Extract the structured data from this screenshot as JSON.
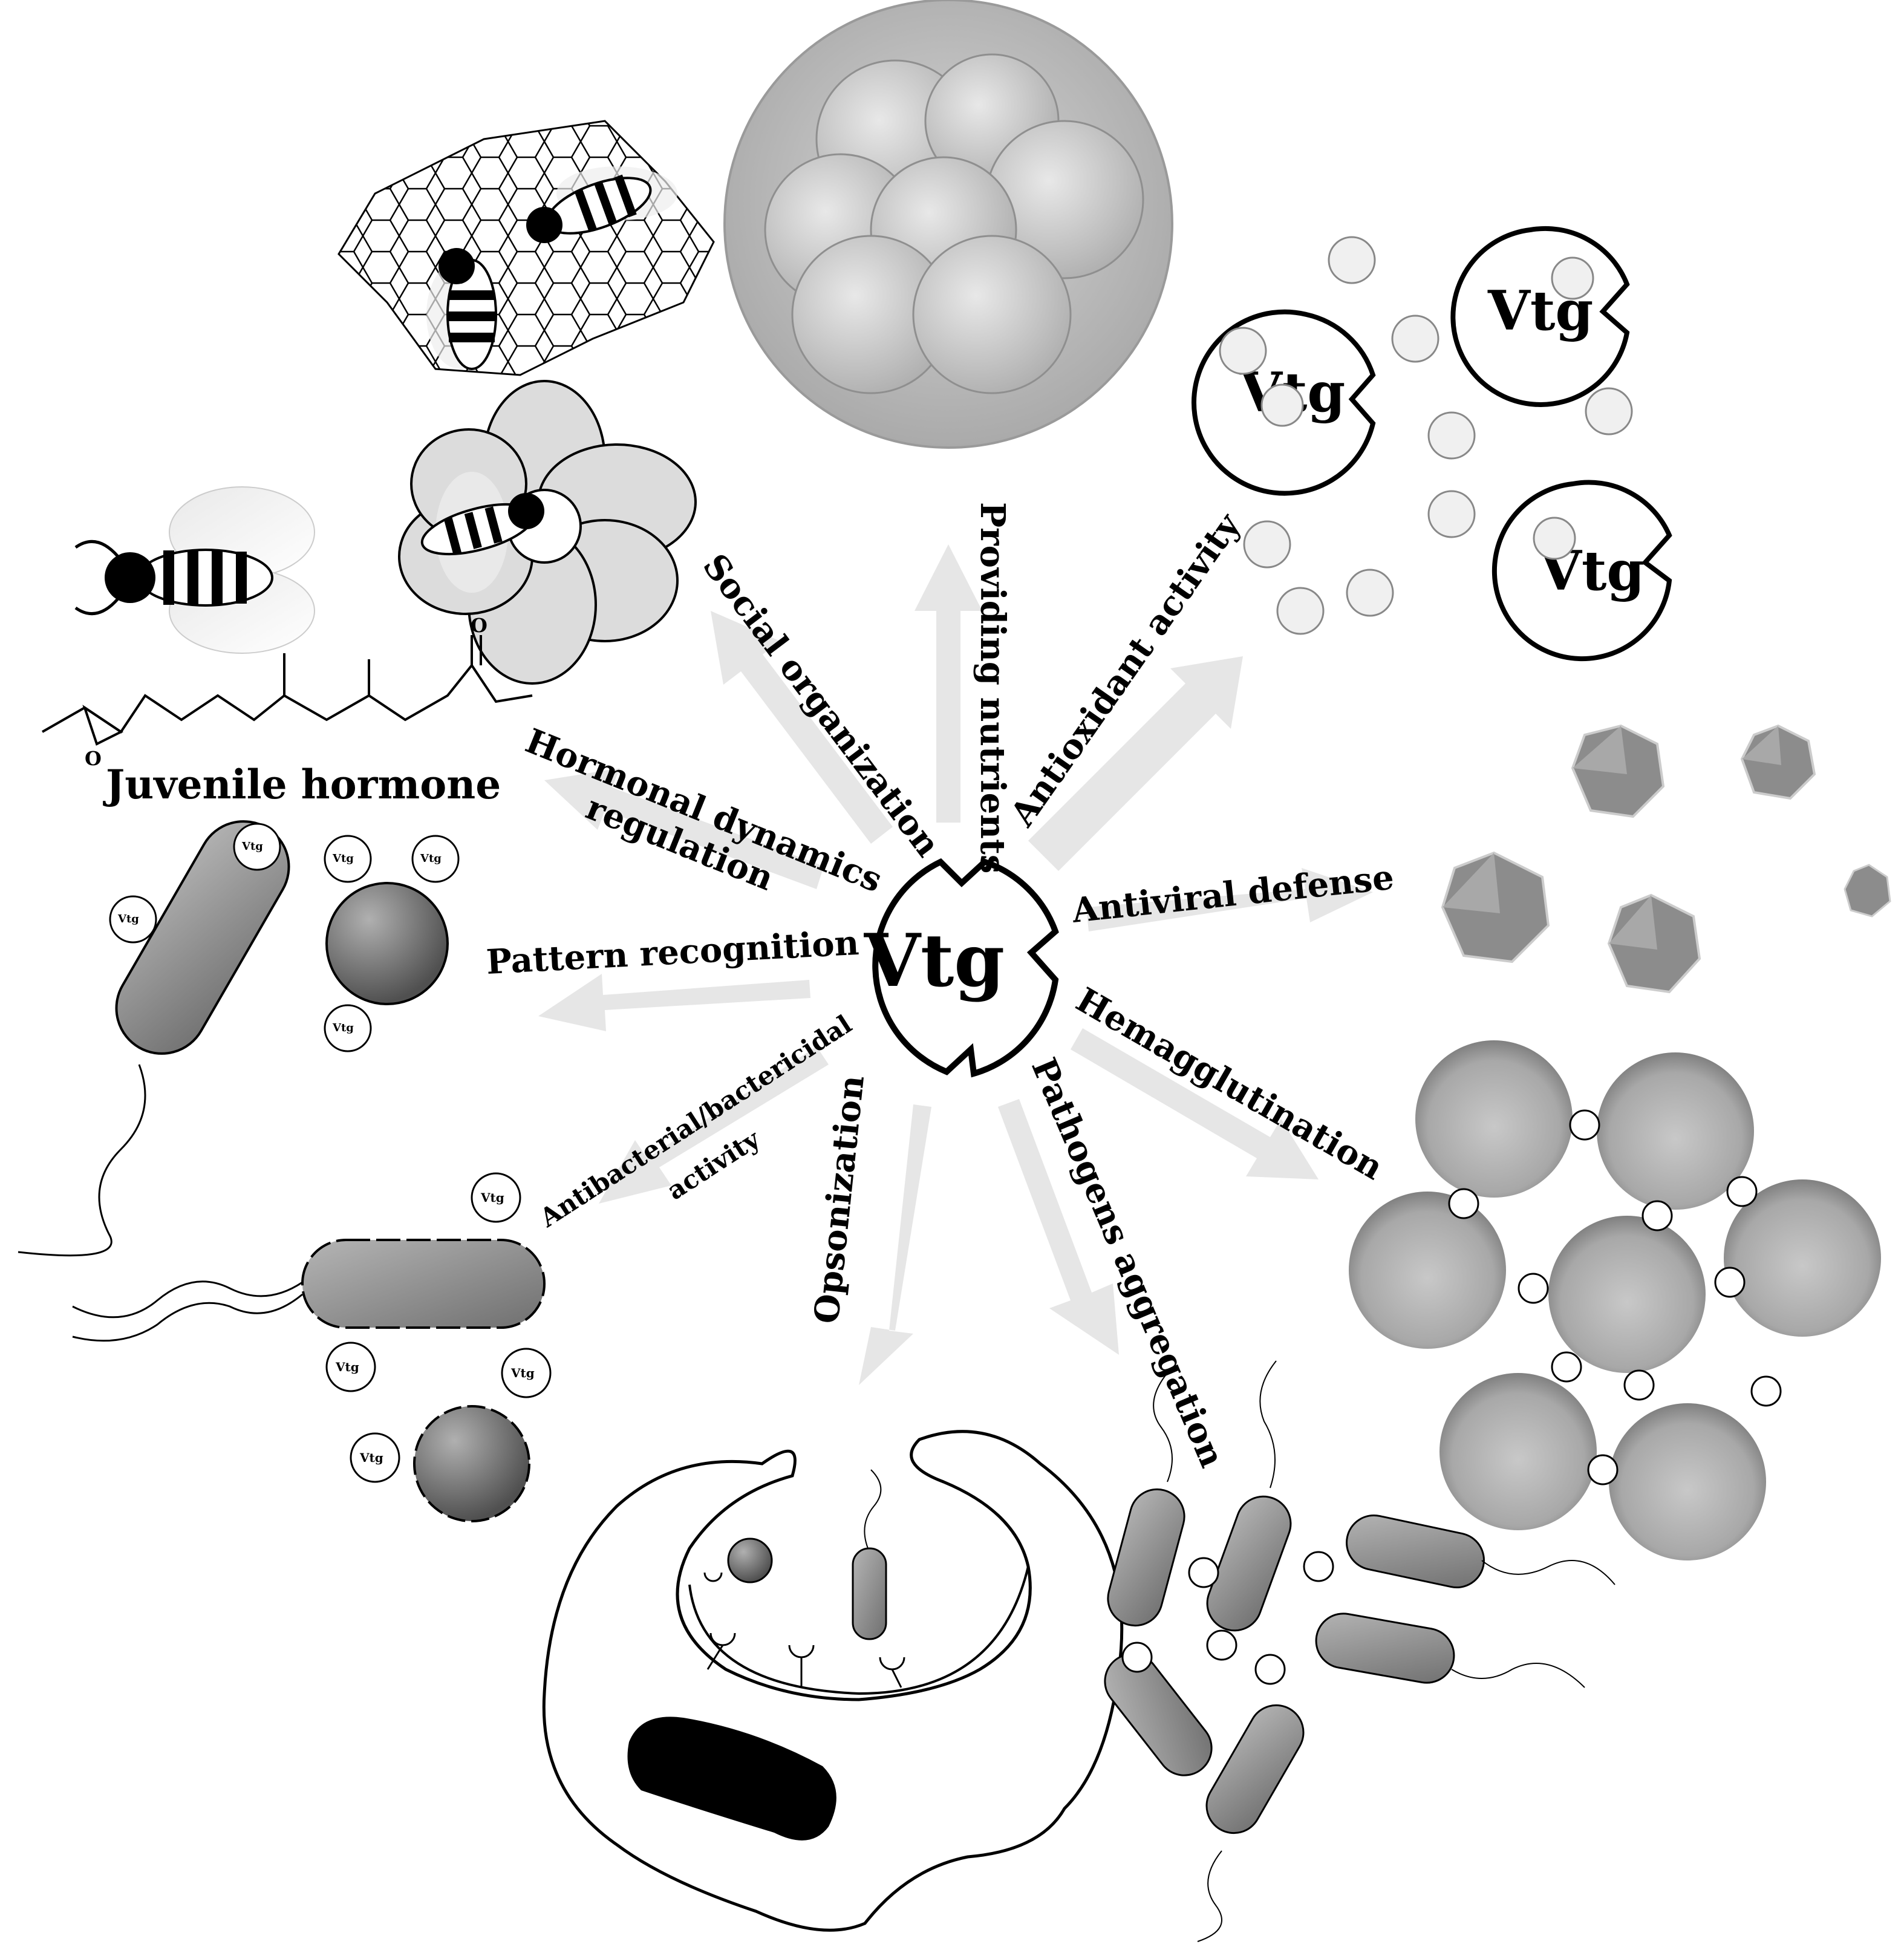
{
  "center": {
    "label": "Vtg"
  },
  "functions": {
    "providing_nutrients": "Providing nutrients",
    "social_organization": "Social organization",
    "antioxidant_activity": "Antioxidant activity",
    "hormonal_line1": "Hormonal dynamics",
    "hormonal_line2": "regulation",
    "antiviral_defense": "Antiviral defense",
    "pattern_recognition": "Pattern recognition",
    "hemagglutination": "Hemagglutination",
    "antibacterial_line1": "Antibacterial/bactericidal",
    "antibacterial_line2": "activity",
    "opsonization": "Opsonization",
    "pathogens_aggregation": "Pathogens aggregation"
  },
  "molecules": {
    "juvenile_hormone": "Juvenile hormone"
  },
  "small_vtg": {
    "label": "Vtg"
  },
  "colors": {
    "arrow": "#e6e6e6",
    "embryo": "#c9c9c9",
    "petal": "#dcdcdc",
    "sphere": "#8a8a8a"
  }
}
